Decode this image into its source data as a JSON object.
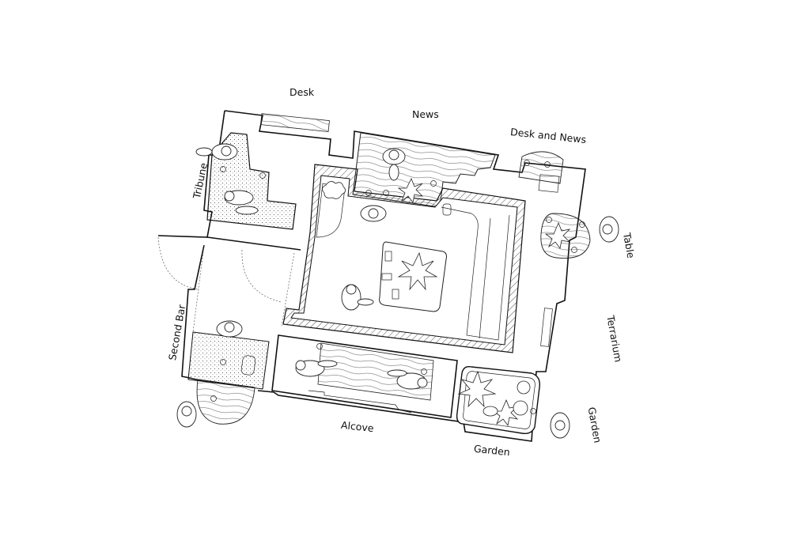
{
  "labels": {
    "desk": "Desk",
    "news": "News",
    "desk_and_news": "Desk and News",
    "tribune": "Tribune",
    "table": "Table",
    "second_bar": "Second Bar",
    "terrarium": "Terrarium",
    "alcove": "Alcove",
    "garden_bottom": "Garden",
    "garden_right": "Garden"
  },
  "colors": {
    "line": "#111111",
    "background": "#ffffff"
  }
}
